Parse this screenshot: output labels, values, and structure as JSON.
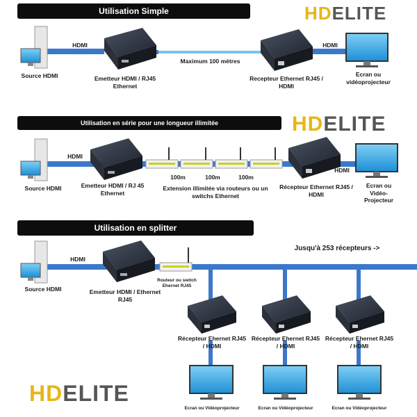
{
  "brand": {
    "logo_hd": "HD",
    "logo_elite": "ELITE",
    "colors": {
      "yellow": "#e7b617",
      "gray": "#555555",
      "cable": "#3b78c9"
    }
  },
  "section1": {
    "title": "Utilisation Simple",
    "cable_left": "HDMI",
    "cable_right": "HDMI",
    "source": "Source HDMI",
    "emitter": "Emetteur HDMI / RJ45 Ethernet",
    "distance": "Maximum 100 mètres",
    "receiver": "Recepteur Ethernet RJ45 / HDMI",
    "display": "Ecran ou vidéoprojecteur"
  },
  "section2": {
    "title": "Utilisation en série pour une longueur illimitée",
    "cable_left": "HDMI",
    "cable_right": "HDMI",
    "source": "Source HDMI",
    "emitter": "Emetteur HDMI / RJ 45 Ethernet",
    "segments": [
      "100m",
      "100m",
      "100m"
    ],
    "extension": "Extension illimitée via routeurs ou un switchs Ethernet",
    "receiver": "Récepteur Ethernet RJ45 / HDMI",
    "display": "Ecran ou Vidéo-Projecteur"
  },
  "section3": {
    "title": "Utilisation en splitter",
    "cable_left": "HDMI",
    "source": "Source HDMI",
    "emitter": "Emetteur HDMI / Ethernet RJ45",
    "router": "Routeur ou switch Ehernet RJ45",
    "receivers_note": "Jusqu'à 253 récepteurs ->",
    "receivers": [
      "Récepteur Ehernet RJ45 / HDMI",
      "Récepteur Ehernet RJ45 / HDMI",
      "Récepteur Ehernet RJ45 / HDMI"
    ],
    "displays": [
      "Ecran ou Vidéoprojecteur",
      "Ecran ou Vidéoprojecteur",
      "Ecran ou Vidéoprojecteur"
    ]
  }
}
